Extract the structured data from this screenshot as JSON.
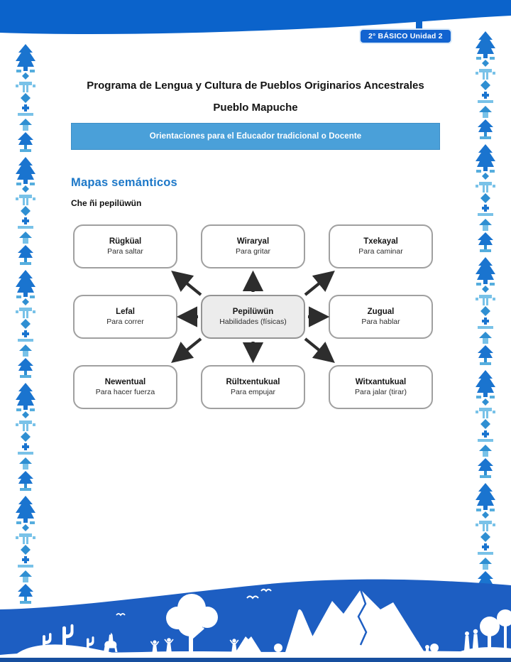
{
  "page": {
    "badge": "2° BÁSICO Unidad 2",
    "title_line1": "Programa de Lengua y Cultura de Pueblos Originarios Ancestrales",
    "title_line2": "Pueblo Mapuche",
    "banner": "Orientaciones para el Educador tradicional o Docente",
    "section_heading": "Mapas semánticos",
    "subheading": "Che ñi pepilüwün"
  },
  "diagram": {
    "center": {
      "term": "Pepilüwün",
      "gloss": "Habilidades (físicas)"
    },
    "nodes": [
      {
        "term": "Rügküal",
        "gloss": "Para saltar"
      },
      {
        "term": "Wiraryal",
        "gloss": "Para gritar"
      },
      {
        "term": "Txekayal",
        "gloss": "Para caminar"
      },
      {
        "term": "Lefal",
        "gloss": "Para correr"
      },
      {
        "term": "Zugual",
        "gloss": "Para hablar"
      },
      {
        "term": "Newentual",
        "gloss": "Para hacer fuerza"
      },
      {
        "term": "Rültxentukual",
        "gloss": "Para empujar"
      },
      {
        "term": "Witxantukual",
        "gloss": "Para jalar (tirar)"
      }
    ],
    "arrow_direction": "outward-from-center"
  },
  "decor": {
    "side_border": "mapuche-textile-pattern",
    "footer_scene": "andean-landscape-silhouette"
  },
  "colors": {
    "top_band_blue": "#0b63cb",
    "badge_blue": "#1263d0",
    "banner_blue": "#4aa0d9",
    "heading_blue": "#1d78c8",
    "bottom_wave_blue": "#1d5ec2",
    "bottom_strip_blue": "#174f9f",
    "box_border_gray": "#a0a0a0",
    "center_box_fill": "#ececec",
    "arrow_color": "#2d2d2d"
  }
}
